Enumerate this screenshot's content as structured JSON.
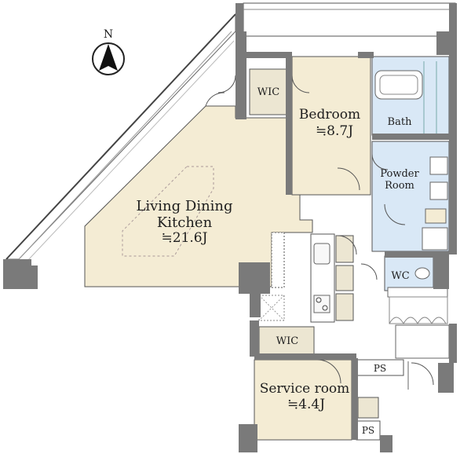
{
  "compass": {
    "north_label": "N"
  },
  "rooms": {
    "living": {
      "line1": "Living Dining",
      "line2": "Kitchen",
      "area": "≒21.6J"
    },
    "bedroom": {
      "line1": "Bedroom",
      "area": "≒8.7J"
    },
    "bath": {
      "label": "Bath"
    },
    "powder": {
      "line1": "Powder",
      "line2": "Room"
    },
    "wc": {
      "label": "WC"
    },
    "wic_upper": {
      "label": "WIC"
    },
    "wic_lower": {
      "label": "WIC"
    },
    "service": {
      "line1": "Service room",
      "area": "≒4.4J"
    },
    "ps_upper": {
      "label": "PS"
    },
    "ps_lower": {
      "label": "PS"
    }
  },
  "colors": {
    "living_floor": "#f4ecd4",
    "bath_floor": "#d9e8f6",
    "wall": "#7a7a7a",
    "wic_floor": "#ece6d2"
  }
}
